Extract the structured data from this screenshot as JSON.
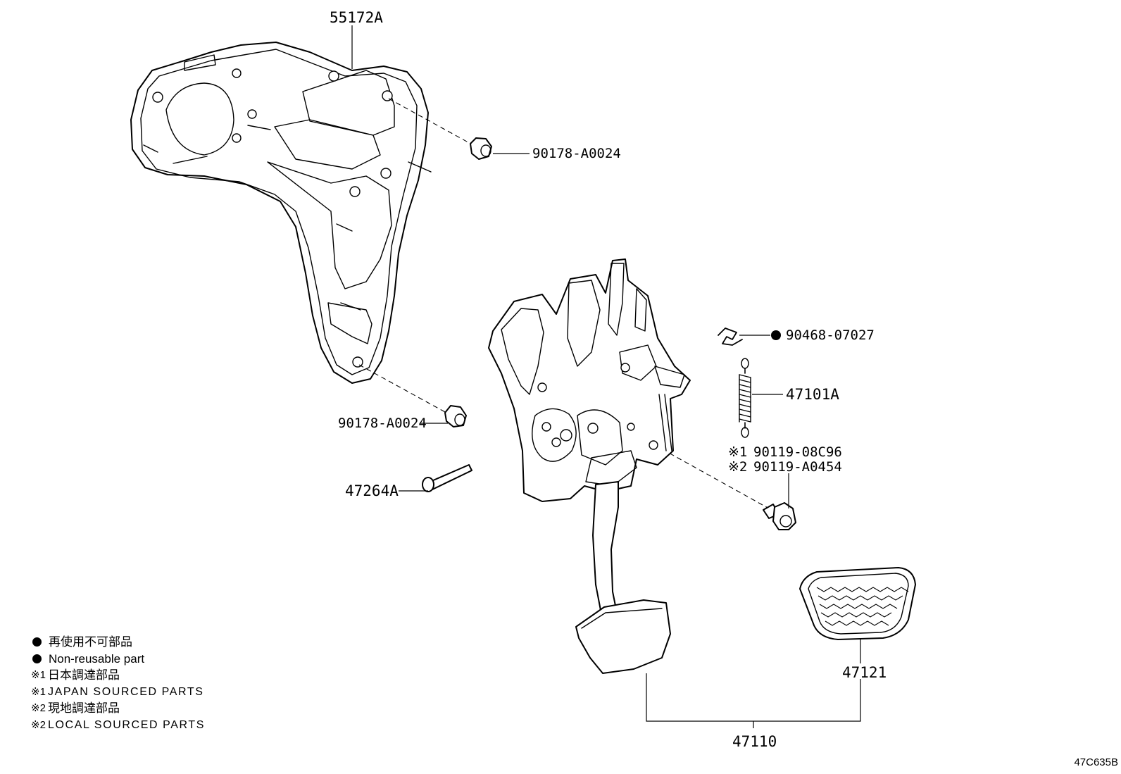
{
  "parts": {
    "bracket": "55172A",
    "nut_upper": "90178-A0024",
    "nut_lower": "90178-A0024",
    "clip": "90468-07027",
    "spring": "47101A",
    "bolt_option_1": "90119-08C96",
    "bolt_option_2": "90119-A0454",
    "bolt_option_1_mark": "※1",
    "bolt_option_2_mark": "※2",
    "pin": "47264A",
    "pedal_pad": "47121",
    "pedal_assembly": "47110"
  },
  "legend": [
    {
      "mark": "dot",
      "text": "再使用不可部品"
    },
    {
      "mark": "dot",
      "text": "Non-reusable part"
    },
    {
      "mark": "※1",
      "text": "日本調達部品"
    },
    {
      "mark": "※1",
      "text": "JAPAN SOURCED PARTS"
    },
    {
      "mark": "※2",
      "text": "現地調達部品"
    },
    {
      "mark": "※2",
      "text": "LOCAL SOURCED PARTS"
    }
  ],
  "reference_code": "47C635B"
}
